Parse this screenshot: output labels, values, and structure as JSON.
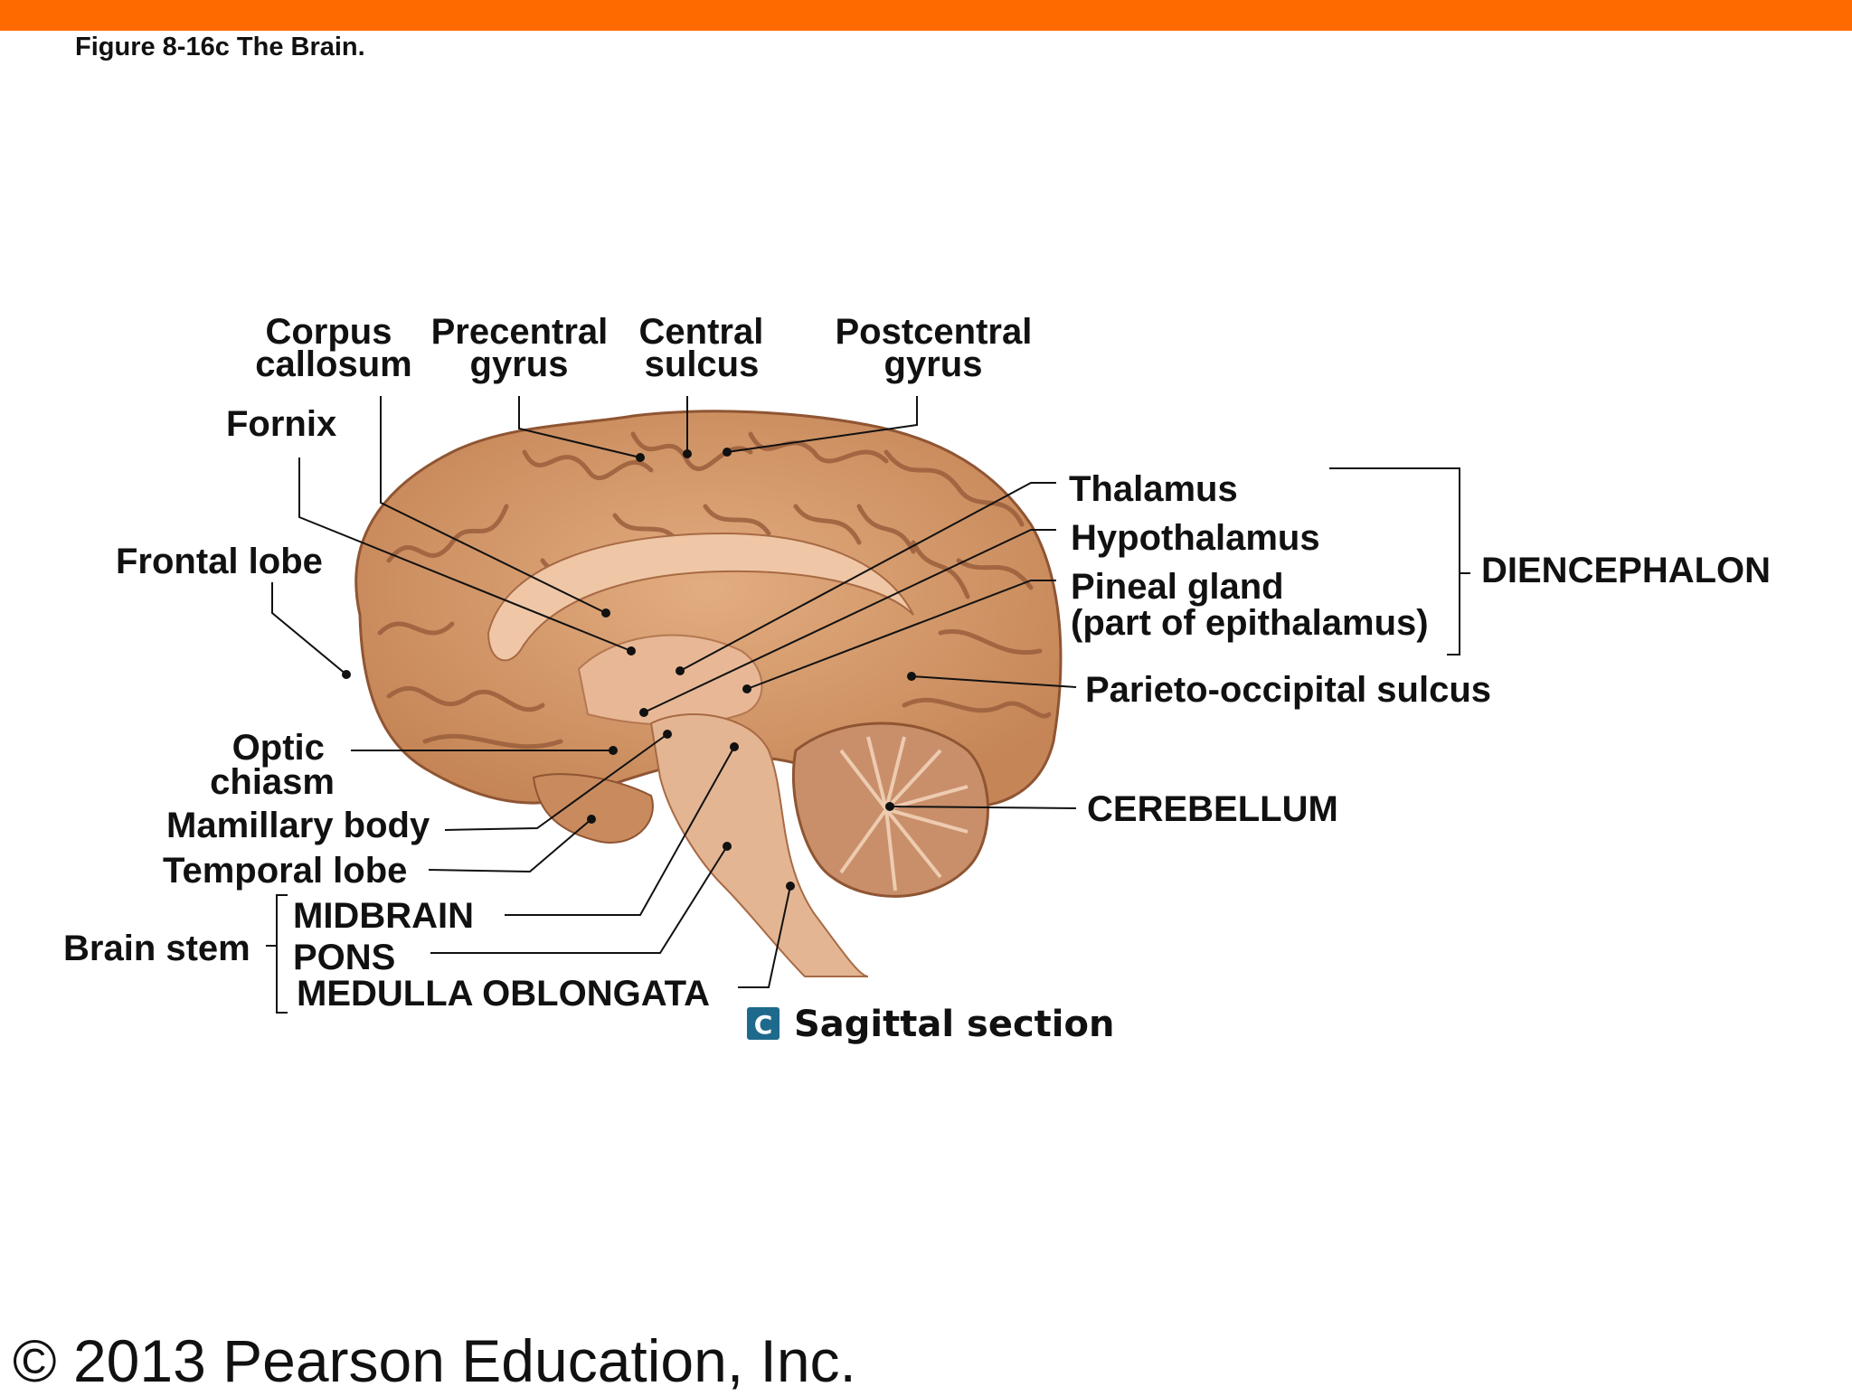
{
  "header": {
    "figure_title": "Figure 8-16c  The Brain.",
    "bar_color": "#ff6a00"
  },
  "labels": {
    "corpus_callosum": [
      "Corpus",
      "callosum"
    ],
    "precentral_gyrus": [
      "Precentral",
      "gyrus"
    ],
    "central_sulcus": [
      "Central",
      "sulcus"
    ],
    "postcentral_gyrus": [
      "Postcentral",
      "gyrus"
    ],
    "fornix": "Fornix",
    "frontal_lobe": "Frontal lobe",
    "optic_chiasm": [
      "Optic",
      "chiasm"
    ],
    "mamillary_body": "Mamillary body",
    "temporal_lobe": "Temporal lobe",
    "brain_stem": "Brain stem",
    "midbrain": "MIDBRAIN",
    "pons": "PONS",
    "medulla_oblongata": "MEDULLA OBLONGATA",
    "thalamus": "Thalamus",
    "hypothalamus": "Hypothalamus",
    "pineal_gland": [
      "Pineal gland",
      "(part of epithalamus)"
    ],
    "diencephalon": "DIENCEPHALON",
    "parieto_occipital_sulcus": "Parieto-occipital sulcus",
    "cerebellum": "CEREBELLUM"
  },
  "section": {
    "badge": "C",
    "title": "Sagittal section",
    "badge_color": "#1e6a8c"
  },
  "colors": {
    "cortex": "#d39a6c",
    "cortex_shadow": "#9a5f3c",
    "inner": "#e8b896",
    "brainstem": "#e4b592",
    "cerebellum": "#c98f6a"
  },
  "footer": {
    "copyright": "© 2013 Pearson Education, Inc."
  }
}
